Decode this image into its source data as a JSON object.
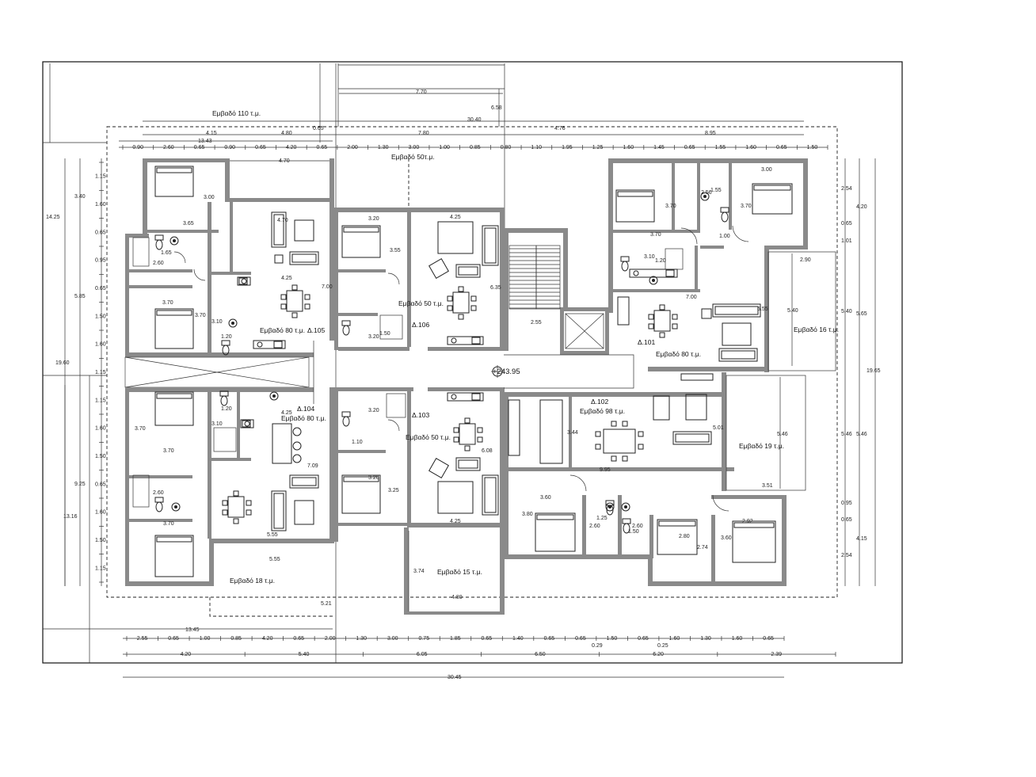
{
  "plan": {
    "areas": {
      "top_110": "Εμβαδό 110 τ.μ.",
      "top_50": "Εμβαδό 50τ.μ.",
      "apt_105": "Εμβαδό 80 τ.μ.",
      "apt_106": "Εμβαδό 50 τ.μ.",
      "apt_101": "Εμβαδό 80 τ.μ.",
      "apt_104": "Εμβαδό 80 τ.μ.",
      "apt_103": "Εμβαδό 50 τ.μ.",
      "apt_102": "Εμβαδό 98 τ.μ.",
      "balcony_16": "Εμβαδό 16 τ.μ.",
      "balcony_19": "Εμβαδό 19 τ.μ.",
      "balcony_18": "Εμβαδό 18 τ.μ.",
      "balcony_15": "Εμβαδό 15 τ.μ."
    },
    "unit_ids": {
      "u105": "Δ.105",
      "u106": "Δ.106",
      "u101": "Δ.101",
      "u104": "Δ.104",
      "u103": "Δ.103",
      "u102": "Δ.102"
    },
    "elevation": "+243.95",
    "dims_top": {
      "d_7_70": "7.70",
      "d_6_58": "6.58",
      "d_30_40": "30.40",
      "d_4_15": "4.15",
      "d_4_80": "4.80",
      "d_0_65a": "0.65",
      "d_13_43": "13.43",
      "d_7_80": "7.80",
      "d_4_76": "4.76",
      "d_8_95": "8.95",
      "d_4_70": "4.70",
      "row": [
        "0.90",
        "2.60",
        "0.65",
        "0.90",
        "0.65",
        "4.20",
        "0.65",
        "2.00",
        "1.30",
        "3.00",
        "1.00",
        "0.85",
        "0.80",
        "1.10",
        "1.95",
        "1.25",
        "1.60",
        "1.45",
        "0.65",
        "1.55",
        "1.60",
        "0.65",
        "1.50"
      ]
    },
    "dims_bottom": {
      "row1": [
        "2.55",
        "0.65",
        "1.00",
        "0.85",
        "4.20",
        "0.65",
        "2.00",
        "1.30",
        "3.00",
        "0.75",
        "1.85",
        "0.65",
        "1.40",
        "0.65",
        "0.65",
        "1.50",
        "0.65",
        "1.60",
        "1.30",
        "1.60",
        "0.65"
      ],
      "row2": [
        "4.20",
        "5.40",
        "6.05",
        "6.50",
        "6.20",
        "2.39"
      ],
      "d_13_45": "13.45",
      "d_0_25": "0.25",
      "d_0_29": "0.29",
      "total": "30.45"
    },
    "dims_left": {
      "outer_a": "14.25",
      "outer_b": "19.60",
      "outer_c": "13.16",
      "col_a": "3.40",
      "col_b": "5.85",
      "col_c": "9.25",
      "row": [
        "1.15",
        "1.60",
        "0.65",
        "0.95",
        "0.65",
        "1.50",
        "1.60",
        "1.15",
        "1.15",
        "1.60",
        "1.50",
        "0.65",
        "1.60",
        "1.50",
        "1.15"
      ]
    },
    "dims_right": {
      "outer": "19.65",
      "col": [
        "4.20",
        "5.65",
        "5.46",
        "4.15"
      ],
      "inner": [
        "2.54",
        "0.65",
        "1.01",
        "5.40",
        "5.46",
        "0.95",
        "0.65",
        "2.54"
      ]
    },
    "room_dims": {
      "r1": "3.00",
      "r2": "3.65",
      "r3": "1.65",
      "r4": "2.60",
      "r5": "3.70",
      "r6": "3.70",
      "r7": "3.10",
      "r8": "1.20",
      "r9": "4.70",
      "r10": "4.25",
      "r11": "7.00",
      "r12": "3.20",
      "r13": "3.55",
      "r14": "4.25",
      "r15": "6.35",
      "r16": "3.20",
      "r17": "1.50",
      "r18": "2.55",
      "r19": "3.70",
      "r20": "3.70",
      "r21": "1.55",
      "r22": "2.56",
      "r23": "3.70",
      "r24": "1.00",
      "r25": "3.00",
      "r26": "3.10",
      "r27": "1.20",
      "r28": "7.00",
      "r29": "5.55",
      "r30": "2.90",
      "r31": "5.40",
      "r32": "1.20",
      "r33": "3.10",
      "r34": "3.70",
      "r35": "3.70",
      "r36": "2.60",
      "r37": "3.70",
      "r38": "4.25",
      "r39": "7.09",
      "r40": "5.55",
      "r41": "5.55",
      "r42": "3.20",
      "r43": "1.10",
      "r44": "3.20",
      "r45": "3.25",
      "r46": "6.08",
      "r47": "4.25",
      "r48": "3.74",
      "r49": "4.80",
      "r50": "5.21",
      "r51": "3.44",
      "r52": "9.95",
      "r53": "3.60",
      "r54": "3.80",
      "r55": "1.25",
      "r56": "2.60",
      "r57": "2.60",
      "r58": "1.50",
      "r59": "2.80",
      "r60": "2.74",
      "r61": "2.92",
      "r62": "3.60",
      "r63": "5.01",
      "r64": "5.46",
      "r65": "3.51"
    }
  }
}
